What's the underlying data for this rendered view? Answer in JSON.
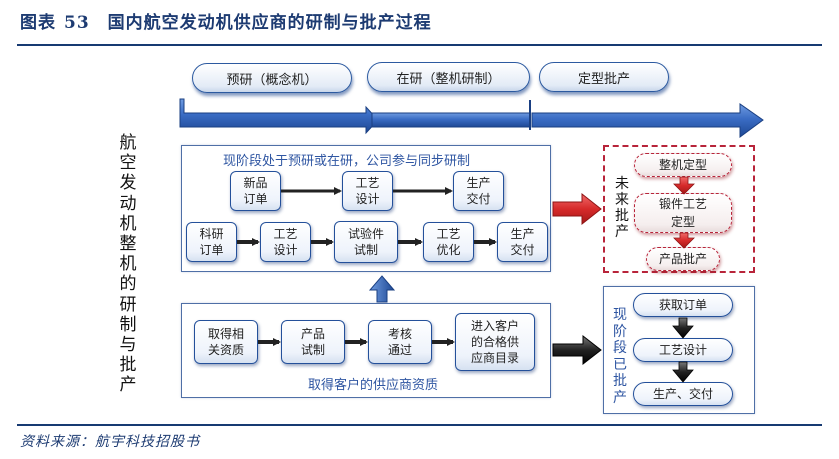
{
  "figure": {
    "label": "图表",
    "number": "53",
    "title": "国内航空发动机供应商的研制与批产过程",
    "source": "资料来源：航宇科技招股书"
  },
  "timeline": {
    "phases": [
      {
        "label": "预研（概念机）"
      },
      {
        "label": "在研（整机研制）"
      },
      {
        "label": "定型批产"
      }
    ]
  },
  "side_title": "航空发动机整机的研制与批产",
  "sync_panel": {
    "caption": "现阶段处于预研或在研，公司参与同步研制",
    "row1": [
      "新品\n订单",
      "工艺\n设计",
      "生产\n交付"
    ],
    "row2": [
      "科研\n订单",
      "工艺\n设计",
      "试验件\n试制",
      "工艺\n优化",
      "生产\n交付"
    ]
  },
  "qualification_panel": {
    "caption": "取得客户的供应商资质",
    "steps": [
      "取得相\n关资质",
      "产品\n试制",
      "考核\n通过",
      "进入客户\n的合格供\n应商目录"
    ]
  },
  "future_panel": {
    "label": "未来批产",
    "steps": [
      "整机定型",
      "锻件工艺\n定型",
      "产品批产"
    ]
  },
  "current_panel": {
    "label": "现阶段已批产",
    "steps": [
      "获取订单",
      "工艺设计",
      "生产、交付"
    ]
  },
  "colors": {
    "title_navy": "#1d3b72",
    "timeline_blue": "#2e62b8",
    "caption_blue": "#2f56a2",
    "future_red": "#b8243a",
    "arrow_black": "#222222"
  }
}
